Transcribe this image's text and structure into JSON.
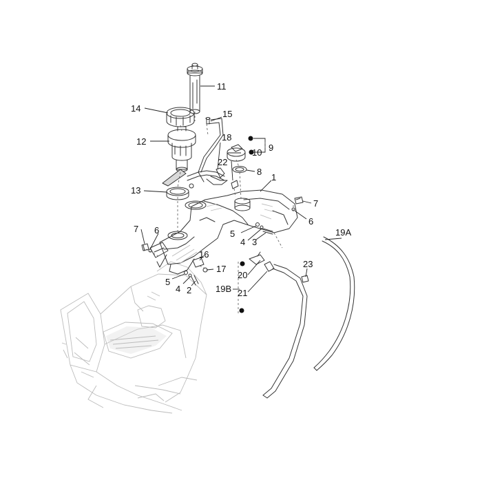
{
  "callouts": {
    "p1": "1",
    "p2": "2",
    "p3": "3",
    "p4a": "4",
    "p4b": "4",
    "p5a": "5",
    "p5b": "5",
    "p6a": "6",
    "p6b": "6",
    "p7a": "7",
    "p7b": "7",
    "p8": "8",
    "p9": "9",
    "p10": "10",
    "p11": "11",
    "p12": "12",
    "p13": "13",
    "p14": "14",
    "p15": "15",
    "p16": "16",
    "p17": "17",
    "p18": "18",
    "p19a": "19A",
    "p19b": "19B",
    "p20": "20",
    "p21": "21",
    "p22": "22",
    "p23": "23"
  }
}
